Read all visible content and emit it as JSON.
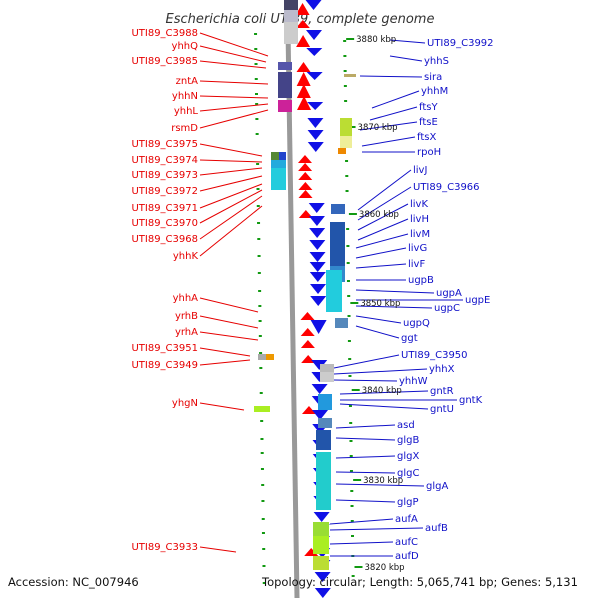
{
  "title": "Escherichia coli UTI89, complete genome",
  "footer": {
    "accession": "Accession: NC_007946",
    "summary": "Topology: circular; Length: 5,065,741 bp; Genes: 5,131"
  },
  "colors": {
    "left_label": "#e60000",
    "right_label": "#1010c8",
    "reverse_strand": "#ff0000",
    "forward_strand": "#1010e6",
    "backbone": "#999999",
    "tick": "#119911"
  },
  "kbp_marks": [
    "3880 kbp",
    "3870 kbp",
    "3860 kbp",
    "3850 kbp",
    "3840 kbp",
    "3830 kbp",
    "3820 kbp"
  ],
  "left_labels": [
    "UTI89_C3988",
    "yhhQ",
    "UTI89_C3985",
    "zntA",
    "yhhN",
    "yhhL",
    "rsmD",
    "UTI89_C3975",
    "UTI89_C3974",
    "UTI89_C3973",
    "UTI89_C3972",
    "UTI89_C3971",
    "UTI89_C3970",
    "UTI89_C3968",
    "yhhK",
    "yhhA",
    "yrhB",
    "yrhA",
    "UTI89_C3951",
    "UTI89_C3949",
    "yhgN",
    "UTI89_C3933"
  ],
  "right_labels": [
    "UTI89_C3992",
    "yhhS",
    "sira",
    "yhhM",
    "ftsY",
    "ftsE",
    "ftsX",
    "rpoH",
    "livJ",
    "UTI89_C3966",
    "livK",
    "livH",
    "livM",
    "livG",
    "livF",
    "ugpB",
    "ugpA",
    "ugpE",
    "ugpC",
    "ugpQ",
    "ggt",
    "UTI89_C3950",
    "yhhX",
    "yhhW",
    "gntR",
    "gntK",
    "gntU",
    "asd",
    "glgB",
    "glgX",
    "glgC",
    "glgA",
    "glgP",
    "aufA",
    "aufB",
    "aufC",
    "aufD"
  ]
}
